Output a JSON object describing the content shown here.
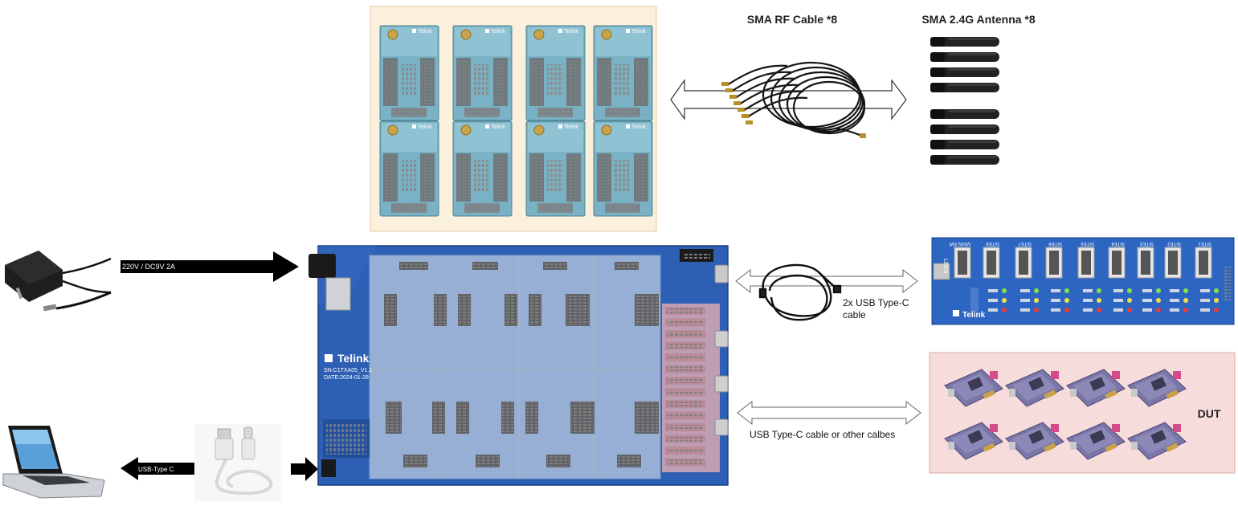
{
  "labels": {
    "rf_cable": "SMA RF Cable *8",
    "antenna": "SMA 2.4G Antenna *8",
    "power": "220V / DC9V 2A",
    "usb_type_c_pc": "USB-Type C",
    "usbc_cable_line1": "2x USB Type-C",
    "usbc_cable_line2": "cable",
    "dut_cable": "USB Type-C cable or other calbes",
    "dut": "DUT"
  },
  "board": {
    "brand": "Telink",
    "serial": "SN:C1TXA05_V1.1",
    "date": "DATE:2024-01-28"
  },
  "button_board": {
    "brand": "Telink",
    "side_label": "LEDS",
    "sites": [
      "MAIN SW",
      "SITE8",
      "SITE7",
      "SITE6",
      "SITE5",
      "SITE4",
      "SITE3",
      "SITE2",
      "SITE1"
    ]
  },
  "rf_boards": {
    "brand": "Telink",
    "count": 8
  },
  "colors": {
    "pcb_blue": "#2d5fb5",
    "rf_panel_bg": "#fbf0dc",
    "dut_panel_bg": "#f6dddb",
    "arrow_dark": "#000000"
  }
}
